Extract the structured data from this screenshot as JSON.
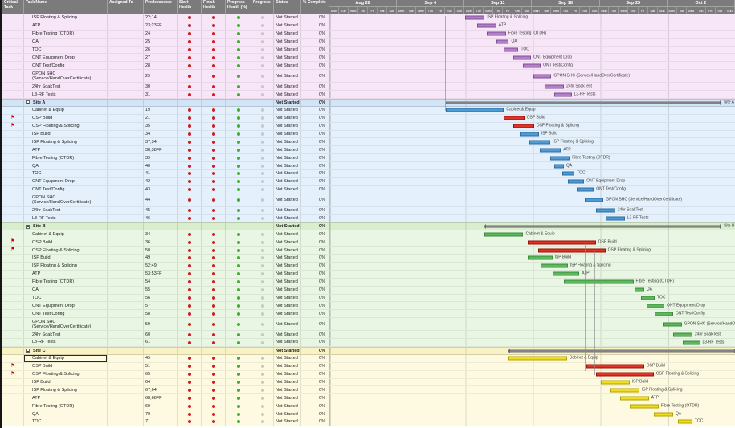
{
  "defaults": {
    "status": "Not Started",
    "pct_complete": "0%",
    "assigned_to": ""
  },
  "icons": {
    "critical_flag": "⚑",
    "collapse_box": "minus-box"
  },
  "colors": {
    "header_bg": "#7b7b7b",
    "section_pink": "#f7e6f7",
    "section_blue": "#e4f0fb",
    "section_green": "#e9f6e3",
    "section_yellow": "#fdfae1",
    "bar_purple": "#b57fc8",
    "bar_blue": "#4f9bd5",
    "bar_green": "#5cb85c",
    "bar_yellow": "#f0dd1e",
    "bar_critical_red": "#e03228",
    "bar_summary_gray": "#9a9a9a",
    "health_red": "#cf1d1d",
    "health_green": "#3fae2a",
    "progress_gray": "#c6c6c6",
    "flag_red": "#c00000"
  },
  "table": {
    "columns": [
      {
        "label": "Critical Task"
      },
      {
        "label": "Task Name"
      },
      {
        "label": "Assigned To"
      },
      {
        "label": "Predecessors"
      },
      {
        "label": "Start Health"
      },
      {
        "label": "Finish Health"
      },
      {
        "label": "Progress Health (%)"
      },
      {
        "label": "Progress"
      },
      {
        "label": "Status"
      },
      {
        "label": "% Complete"
      }
    ]
  },
  "timeline": {
    "weeks": [
      "Aug 28",
      "Sep 4",
      "Sep 11",
      "Sep 18",
      "Sep 25",
      "Oct 2"
    ],
    "days": [
      "Mon",
      "Tue",
      "Wed",
      "Thu",
      "Fri",
      "Sat",
      "Sun"
    ]
  },
  "rows": [
    {
      "section": "p",
      "name": "ISP Floating & Splicing",
      "pred": "22;14",
      "bar": {
        "s": 14,
        "d": 2,
        "c": "purple",
        "label": "ISP Floating & Splicing"
      }
    },
    {
      "section": "p",
      "name": "ATP",
      "pred": "23;23FF",
      "bar": {
        "s": 15.2,
        "d": 2,
        "c": "purple",
        "label": "ATP"
      }
    },
    {
      "section": "p",
      "name": "Fibre Testing (OTDR)",
      "pred": "24",
      "bar": {
        "s": 16.2,
        "d": 2,
        "c": "purple",
        "label": "Fibre Testing (OTDR)"
      }
    },
    {
      "section": "p",
      "name": "QA",
      "pred": "25",
      "bar": {
        "s": 17.2,
        "d": 1.3,
        "c": "purple",
        "label": "QA"
      }
    },
    {
      "section": "p",
      "name": "TOC",
      "pred": "26",
      "bar": {
        "s": 18,
        "d": 1.5,
        "c": "purple",
        "label": "TOC"
      }
    },
    {
      "section": "p",
      "name": "ONT Equipment Drop",
      "pred": "27",
      "bar": {
        "s": 19,
        "d": 1.8,
        "c": "purple",
        "label": "ONT Equipment Drop"
      }
    },
    {
      "section": "p",
      "name": "ONT Test/Config",
      "pred": "28",
      "bar": {
        "s": 20,
        "d": 1.8,
        "c": "purple",
        "label": "ONT Test/Config"
      }
    },
    {
      "section": "p",
      "name": "GPON SHC (Service/HandOverCertificate)",
      "pred": "29",
      "tall": true,
      "bar": {
        "s": 21,
        "d": 1.9,
        "c": "purple",
        "label": "GPON SHC (Service/HandOverCertificate)"
      }
    },
    {
      "section": "p",
      "name": "24hr SoakTest",
      "pred": "30",
      "bar": {
        "s": 22.2,
        "d": 2,
        "c": "purple",
        "label": "24hr SoakTest"
      }
    },
    {
      "section": "p",
      "name": "L3-RF Tests",
      "pred": "31",
      "bar": {
        "s": 23.2,
        "d": 1.8,
        "c": "purple",
        "label": "L3-RF Tests"
      }
    },
    {
      "type": "summary",
      "section": "a",
      "name": "Site A",
      "bar": {
        "s": 12,
        "d": 28.5,
        "c": "sum",
        "label": "Site A"
      }
    },
    {
      "section": "a",
      "name": "Cabinet & Equip",
      "pred": "19",
      "bar": {
        "s": 12,
        "d": 6,
        "c": "blue",
        "label": "Cabinet & Equip"
      }
    },
    {
      "section": "a",
      "name": "OSP Build",
      "pred": "21",
      "critical": true,
      "bar": {
        "s": 18,
        "d": 2.1,
        "c": "red",
        "label": "OSP Build"
      }
    },
    {
      "section": "a",
      "name": "OSP Floating & Splicing",
      "pred": "35",
      "critical": true,
      "bar": {
        "s": 19,
        "d": 2.1,
        "c": "red",
        "label": "OSP Floating & Splicing"
      }
    },
    {
      "section": "a",
      "name": "ISP Build",
      "pred": "34",
      "bar": {
        "s": 19.6,
        "d": 2,
        "c": "blue",
        "label": "ISP Build"
      }
    },
    {
      "section": "a",
      "name": "ISP Floating & Splicing",
      "pred": "37;34",
      "bar": {
        "s": 20.6,
        "d": 2.2,
        "c": "blue",
        "label": "ISP Floating & Splicing"
      }
    },
    {
      "section": "a",
      "name": "ATP",
      "pred": "38;38FF",
      "bar": {
        "s": 21.7,
        "d": 2.2,
        "c": "blue",
        "label": "ATP"
      }
    },
    {
      "section": "a",
      "name": "Fibre Testing (OTDR)",
      "pred": "39",
      "bar": {
        "s": 22.8,
        "d": 2,
        "c": "blue",
        "label": "Fibre Testing (OTDR)"
      }
    },
    {
      "section": "a",
      "name": "QA",
      "pred": "40",
      "bar": {
        "s": 23.2,
        "d": 1,
        "c": "blue",
        "label": "QA"
      }
    },
    {
      "section": "a",
      "name": "TOC",
      "pred": "41",
      "bar": {
        "s": 24,
        "d": 1.3,
        "c": "blue",
        "label": "TOC"
      }
    },
    {
      "section": "a",
      "name": "ONT Equipment Drop",
      "pred": "42",
      "bar": {
        "s": 24.6,
        "d": 1.7,
        "c": "blue",
        "label": "ONT Equipment Drop"
      }
    },
    {
      "section": "a",
      "name": "ONT Test/Config",
      "pred": "43",
      "bar": {
        "s": 25.5,
        "d": 1.8,
        "c": "blue",
        "label": "ONT Test/Config"
      }
    },
    {
      "section": "a",
      "name": "GPON SHC (Service/HandOverCertificate)",
      "pred": "44",
      "tall": true,
      "bar": {
        "s": 26.4,
        "d": 1.9,
        "c": "blue",
        "label": "GPON SHC (Service/HandOverCertificate)"
      }
    },
    {
      "section": "a",
      "name": "24hr SoakTest",
      "pred": "45",
      "bar": {
        "s": 27.5,
        "d": 2,
        "c": "blue",
        "label": "24hr SoakTest"
      }
    },
    {
      "section": "a",
      "name": "L3-RF Tests",
      "pred": "46",
      "bar": {
        "s": 28.5,
        "d": 2,
        "c": "blue",
        "label": "L3-RF Tests"
      }
    },
    {
      "type": "summary",
      "section": "b",
      "name": "Site B",
      "bar": {
        "s": 16,
        "d": 24.5,
        "c": "sum",
        "label": "Site B"
      }
    },
    {
      "section": "b",
      "name": "Cabinet & Equip",
      "pred": "34",
      "bar": {
        "s": 16,
        "d": 4,
        "c": "green",
        "label": "Cabinet & Equip"
      }
    },
    {
      "section": "b",
      "name": "OSP Build",
      "pred": "36",
      "critical": true,
      "bar": {
        "s": 20.5,
        "d": 7,
        "c": "red",
        "label": "OSP Build"
      }
    },
    {
      "section": "b",
      "name": "OSP Floating & Splicing",
      "pred": "50",
      "critical": true,
      "bar": {
        "s": 21.5,
        "d": 7,
        "c": "red",
        "label": "OSP Floating & Splicing"
      }
    },
    {
      "section": "b",
      "name": "ISP Build",
      "pred": "49",
      "bar": {
        "s": 20.5,
        "d": 2.5,
        "c": "green",
        "label": "ISP Build"
      }
    },
    {
      "section": "b",
      "name": "ISP Floating & Splicing",
      "pred": "52;49",
      "bar": {
        "s": 21.8,
        "d": 2.8,
        "c": "green",
        "label": "ISP Floating & Splicing"
      }
    },
    {
      "section": "b",
      "name": "ATP",
      "pred": "53;53FF",
      "bar": {
        "s": 23,
        "d": 2.8,
        "c": "green",
        "label": "ATP"
      }
    },
    {
      "section": "b",
      "name": "Fibre Testing (OTDR)",
      "pred": "54",
      "bar": {
        "s": 24.2,
        "d": 7.2,
        "c": "green",
        "label": "Fibre Testing (OTDR)"
      }
    },
    {
      "section": "b",
      "name": "QA",
      "pred": "55",
      "bar": {
        "s": 31.5,
        "d": 1,
        "c": "green",
        "label": "QA"
      }
    },
    {
      "section": "b",
      "name": "TOC",
      "pred": "56",
      "bar": {
        "s": 32.2,
        "d": 1.4,
        "c": "green",
        "label": "TOC"
      }
    },
    {
      "section": "b",
      "name": "ONT Equipment Drop",
      "pred": "57",
      "bar": {
        "s": 32.8,
        "d": 1.8,
        "c": "green",
        "label": "ONT Equipment Drop"
      }
    },
    {
      "section": "b",
      "name": "ONT Test/Config",
      "pred": "58",
      "bar": {
        "s": 33.6,
        "d": 1.9,
        "c": "green",
        "label": "ONT Test/Config"
      }
    },
    {
      "section": "b",
      "name": "GPON SHC (Service/HandOverCertificate)",
      "pred": "59",
      "tall": true,
      "bar": {
        "s": 34.4,
        "d": 2,
        "c": "green",
        "label": "GPON SHC (Service/HandOverCertificate)"
      }
    },
    {
      "section": "b",
      "name": "24hr SoakTest",
      "pred": "60",
      "bar": {
        "s": 35.5,
        "d": 2,
        "c": "green",
        "label": "24hr SoakTest"
      }
    },
    {
      "section": "b",
      "name": "L3-RF Tests",
      "pred": "61",
      "bar": {
        "s": 36.5,
        "d": 1.8,
        "c": "green",
        "label": "L3-RF Tests"
      }
    },
    {
      "type": "summary",
      "section": "c",
      "name": "Site C",
      "bar": {
        "s": 18.5,
        "d": 23.5,
        "c": "sum",
        "label": ""
      }
    },
    {
      "section": "c",
      "name": "Cabinet & Equip",
      "pred": "49",
      "selected": true,
      "bar": {
        "s": 18.5,
        "d": 6,
        "c": "yellow",
        "label": "Cabinet & Equip"
      }
    },
    {
      "section": "c",
      "name": "OSP Build",
      "pred": "51",
      "critical": true,
      "bar": {
        "s": 26.5,
        "d": 6,
        "c": "red",
        "label": "OSP Build"
      }
    },
    {
      "section": "c",
      "name": "OSP Floating & Splicing",
      "pred": "65",
      "critical": true,
      "bar": {
        "s": 27.5,
        "d": 6,
        "c": "red",
        "label": "OSP Floating & Splicing"
      }
    },
    {
      "section": "c",
      "name": "ISP Build",
      "pred": "64",
      "bar": {
        "s": 28,
        "d": 3,
        "c": "yellow",
        "label": "ISP Build"
      }
    },
    {
      "section": "c",
      "name": "ISP Floating & Splicing",
      "pred": "67;64",
      "bar": {
        "s": 29,
        "d": 3,
        "c": "yellow",
        "label": "ISP Floating & Splicing"
      }
    },
    {
      "section": "c",
      "name": "ATP",
      "pred": "68;68FF",
      "bar": {
        "s": 30,
        "d": 3,
        "c": "yellow",
        "label": "ATP"
      }
    },
    {
      "section": "c",
      "name": "Fibre Testing (OTDR)",
      "pred": "69",
      "bar": {
        "s": 31,
        "d": 3,
        "c": "yellow",
        "label": "Fibre Testing (OTDR)"
      }
    },
    {
      "section": "c",
      "name": "QA",
      "pred": "70",
      "bar": {
        "s": 33.5,
        "d": 2,
        "c": "yellow",
        "label": "QA"
      }
    },
    {
      "section": "c",
      "name": "TOC",
      "pred": "71",
      "bar": {
        "s": 36,
        "d": 1.5,
        "c": "yellow",
        "label": "TOC"
      }
    }
  ]
}
